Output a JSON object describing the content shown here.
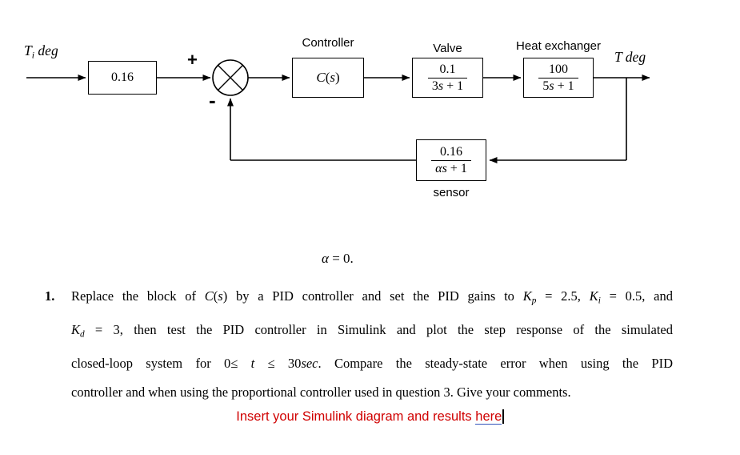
{
  "diagram": {
    "input_label": [
      {
        "t": "T",
        "s": "i"
      },
      {
        "t": "i",
        "s": "sub"
      },
      {
        "t": " deg",
        "s": "i"
      }
    ],
    "output_label": [
      {
        "t": "T",
        "s": "i"
      },
      {
        "t": " deg",
        "s": "i"
      }
    ],
    "plus": "+",
    "minus": "-",
    "gain_value": "0.16",
    "controller_caption": "Controller",
    "controller_value": [
      {
        "t": "C",
        "s": "i"
      },
      {
        "t": "("
      },
      {
        "t": "s",
        "s": "i"
      },
      {
        "t": ")"
      }
    ],
    "valve_caption": "Valve",
    "valve_num": "0.1",
    "valve_den": [
      {
        "t": "3"
      },
      {
        "t": "s",
        "s": "i"
      },
      {
        "t": " + 1"
      }
    ],
    "he_caption": "Heat exchanger",
    "he_num": "100",
    "he_den": [
      {
        "t": "5"
      },
      {
        "t": "s",
        "s": "i"
      },
      {
        "t": " + 1"
      }
    ],
    "sensor_num": "0.16",
    "sensor_den": [
      {
        "t": "α",
        "s": "i"
      },
      {
        "t": "s",
        "s": "i"
      },
      {
        "t": " + 1"
      }
    ],
    "sensor_caption": "sensor"
  },
  "alpha_note": [
    {
      "t": "α",
      "s": "i"
    },
    {
      "t": " = 0."
    }
  ],
  "question": {
    "number": "1.",
    "line1": [
      {
        "t": "Replace the block of "
      },
      {
        "t": "C",
        "s": "i"
      },
      {
        "t": "("
      },
      {
        "t": "s",
        "s": "i"
      },
      {
        "t": ")"
      },
      {
        "t": " by a PID controller and set the PID gains to "
      },
      {
        "t": "K",
        "s": "i"
      },
      {
        "t": "p",
        "s": "sub"
      },
      {
        "t": " = 2.5, "
      },
      {
        "t": "K",
        "s": "i"
      },
      {
        "t": "i",
        "s": "sub"
      },
      {
        "t": " = 0.5, and"
      }
    ],
    "line2": [
      {
        "t": "K",
        "s": "i"
      },
      {
        "t": "d",
        "s": "sub"
      },
      {
        "t": " = 3, then test the PID controller in Simulink and plot the step response of the simulated"
      }
    ],
    "line3": [
      {
        "t": "closed-loop system for 0≤ "
      },
      {
        "t": "t",
        "s": "i"
      },
      {
        "t": " ≤ 30"
      },
      {
        "t": "sec",
        "s": "i"
      },
      {
        "t": ". Compare the steady-state error when using the PID"
      }
    ],
    "line4": [
      {
        "t": "controller and when using the proportional controller used in question 3. Give your comments."
      }
    ]
  },
  "insert_prompt": {
    "prefix": "Insert your Simulink diagram and results ",
    "link_text": "here"
  }
}
